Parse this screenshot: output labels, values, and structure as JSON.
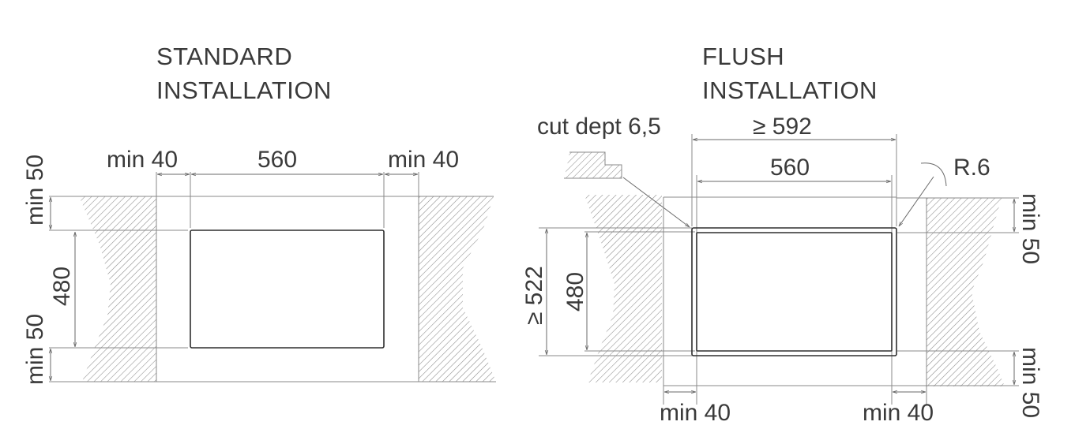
{
  "standard": {
    "title_line1": "STANDARD",
    "title_line2": "INSTALLATION",
    "dims": {
      "top_left_gap": "min 40",
      "width": "560",
      "top_right_gap": "min 40",
      "left_top_margin": "min 50",
      "height": "480",
      "left_bottom_margin": "min 50"
    }
  },
  "flush": {
    "title_line1": "FLUSH",
    "title_line2": "INSTALLATION",
    "dims": {
      "cut_depth": "cut dept 6,5",
      "cutout_width": "≥ 592",
      "width": "560",
      "radius": "R.6",
      "cutout_height": "≥ 522",
      "height": "480",
      "right_top_margin": "min 50",
      "right_bottom_margin": "min 50",
      "bottom_left_gap": "min 40",
      "bottom_right_gap": "min 40"
    }
  },
  "colors": {
    "line": "#2e2e2e",
    "text": "#3a3a3a",
    "hatch": "#8a8a8a"
  }
}
